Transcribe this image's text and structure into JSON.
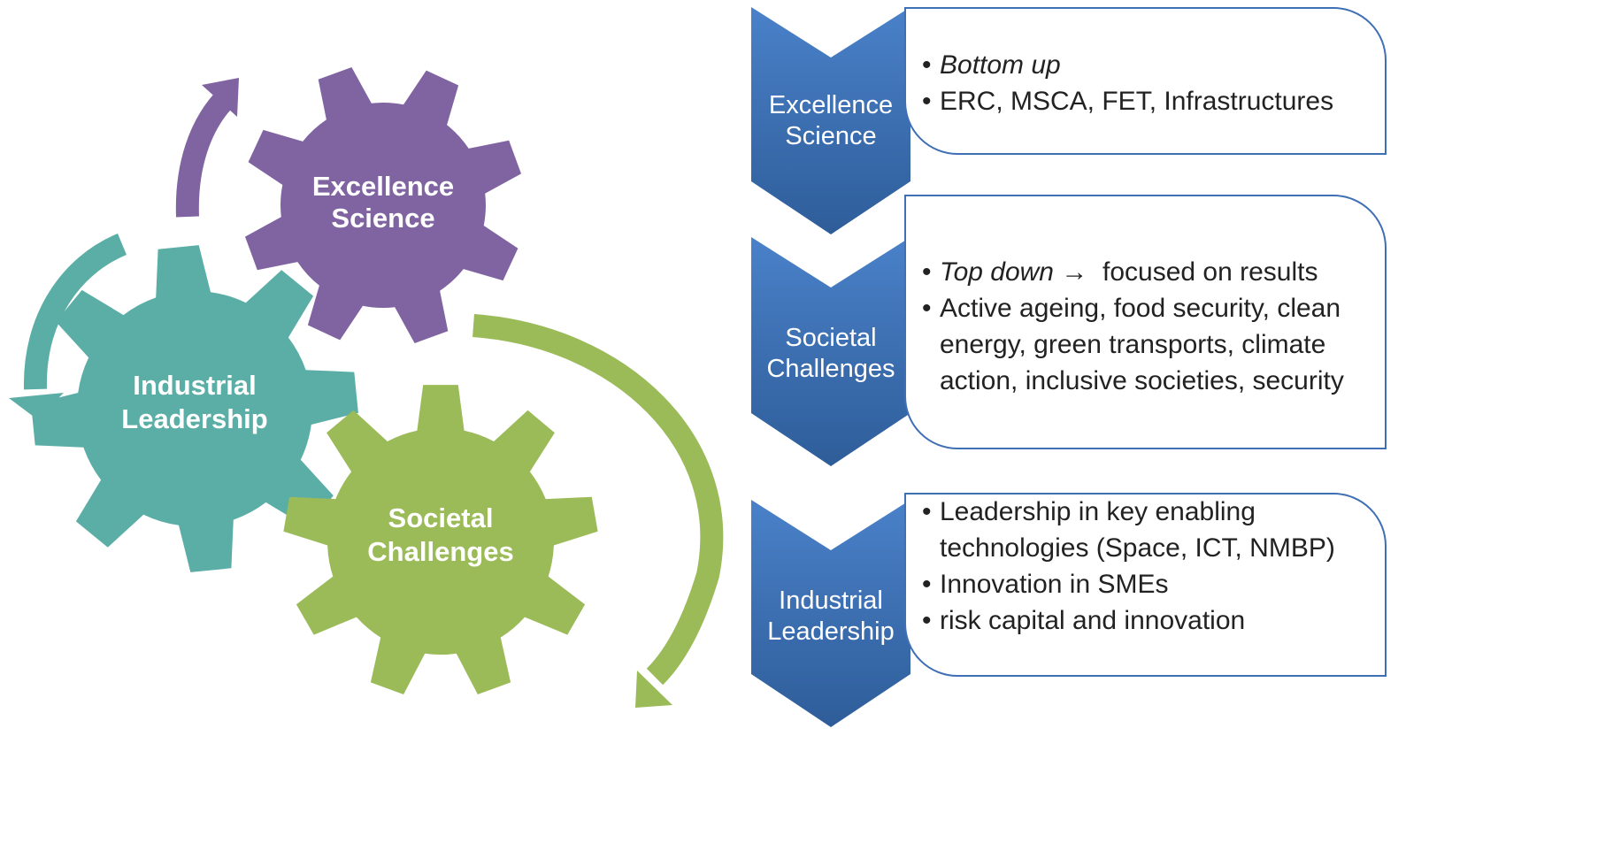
{
  "colors": {
    "excellence": "#8064a2",
    "industrial": "#5aaea5",
    "societal": "#9bbb59",
    "chevron_top": "#4a81c9",
    "chevron_bottom": "#2e5d99",
    "box_border": "#3f6fb5"
  },
  "gears": {
    "excellence": {
      "line1": "Excellence",
      "line2": "Science"
    },
    "industrial": {
      "line1": "Industrial",
      "line2": "Leadership"
    },
    "societal": {
      "line1": "Societal",
      "line2": "Challenges"
    }
  },
  "rows": [
    {
      "chevron": {
        "line1": "Excellence",
        "line2": "Science"
      },
      "bullets": [
        {
          "italic": "Bottom up",
          "text": ""
        },
        {
          "italic": "",
          "text": "ERC, MSCA, FET, Infrastructures"
        }
      ]
    },
    {
      "chevron": {
        "line1": "Societal",
        "line2": "Challenges"
      },
      "bullets": [
        {
          "italic": "Top down",
          "arrow": "→",
          "text": "focused on results"
        },
        {
          "italic": "",
          "line1": "Active ageing, food security, clean",
          "line2": "energy, green transports, climate",
          "line3": "action, inclusive societies, security"
        }
      ]
    },
    {
      "chevron": {
        "line1": "Industrial",
        "line2": "Leadership"
      },
      "bullets": [
        {
          "line1": "Leadership in key enabling",
          "line2": "technologies  (Space, ICT, NMBP)"
        },
        {
          "text": " Innovation in SMEs"
        },
        {
          "text": "risk capital and innovation"
        }
      ]
    }
  ]
}
